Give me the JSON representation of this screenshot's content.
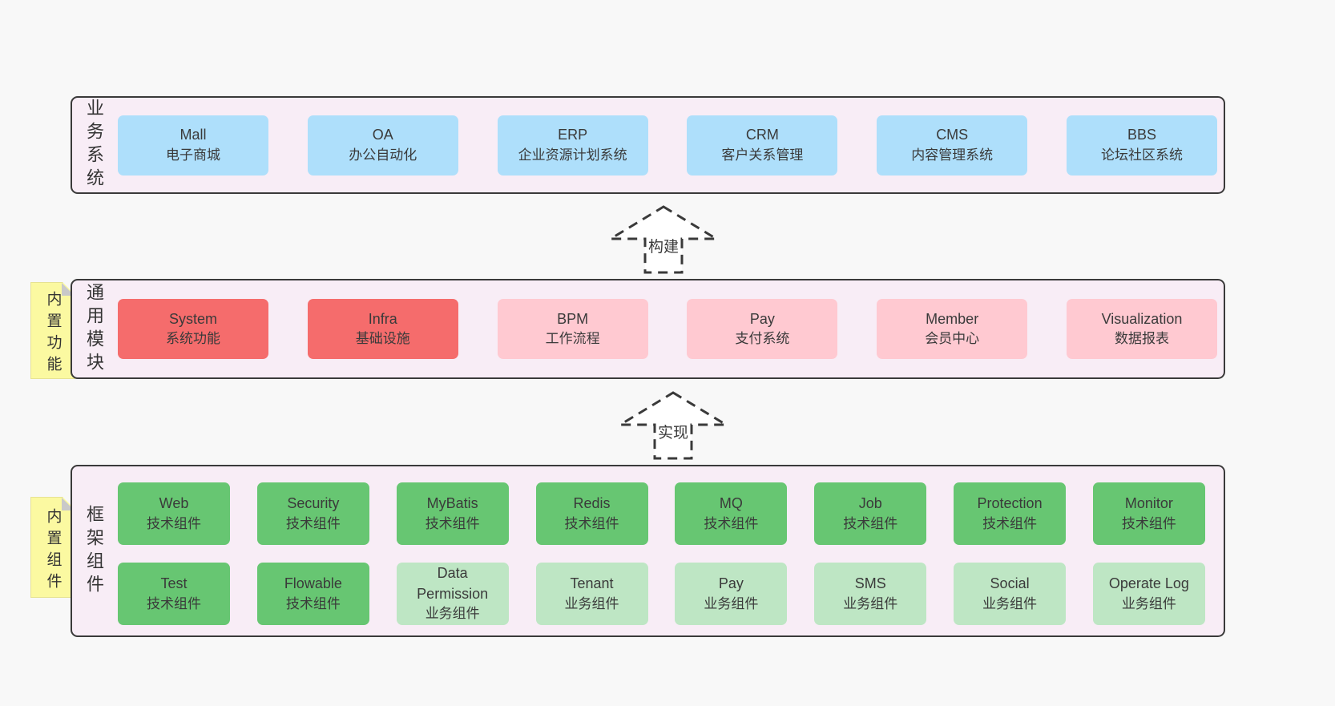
{
  "diagram": {
    "background_color": "#f8f8f8",
    "panel_color": "#f8edf6",
    "layers": [
      {
        "label": "业务系统",
        "boxes": [
          {
            "name": "Mall",
            "desc": "电子商城"
          },
          {
            "name": "OA",
            "desc": "办公自动化"
          },
          {
            "name": "ERP",
            "desc": "企业资源计划系统"
          },
          {
            "name": "CRM",
            "desc": "客户关系管理"
          },
          {
            "name": "CMS",
            "desc": "内容管理系统"
          },
          {
            "name": "BBS",
            "desc": "论坛社区系统"
          }
        ]
      },
      {
        "label": "通用模块",
        "note": "内置功能",
        "boxes": [
          {
            "name": "System",
            "desc": "系统功能"
          },
          {
            "name": "Infra",
            "desc": "基础设施"
          },
          {
            "name": "BPM",
            "desc": "工作流程"
          },
          {
            "name": "Pay",
            "desc": "支付系统"
          },
          {
            "name": "Member",
            "desc": "会员中心"
          },
          {
            "name": "Visualization",
            "desc": "数据报表"
          }
        ]
      },
      {
        "label": "框架组件",
        "note": "内置组件",
        "rows": [
          [
            {
              "name": "Web",
              "desc": "技术组件"
            },
            {
              "name": "Security",
              "desc": "技术组件"
            },
            {
              "name": "MyBatis",
              "desc": "技术组件"
            },
            {
              "name": "Redis",
              "desc": "技术组件"
            },
            {
              "name": "MQ",
              "desc": "技术组件"
            },
            {
              "name": "Job",
              "desc": "技术组件"
            },
            {
              "name": "Protection",
              "desc": "技术组件"
            },
            {
              "name": "Monitor",
              "desc": "技术组件"
            }
          ],
          [
            {
              "name": "Test",
              "desc": "技术组件"
            },
            {
              "name": "Flowable",
              "desc": "技术组件"
            },
            {
              "name": "Data Permission",
              "desc": "业务组件"
            },
            {
              "name": "Tenant",
              "desc": "业务组件"
            },
            {
              "name": "Pay",
              "desc": "业务组件"
            },
            {
              "name": "SMS",
              "desc": "业务组件"
            },
            {
              "name": "Social",
              "desc": "业务组件"
            },
            {
              "name": "Operate Log",
              "desc": "业务组件"
            }
          ]
        ]
      }
    ],
    "arrows": [
      {
        "label": "构建"
      },
      {
        "label": "实现"
      }
    ],
    "colors": {
      "business_box": "#aedffb",
      "module_core_box": "#f56c6c",
      "module_box": "#ffc9d1",
      "tech_component_box": "#67c672",
      "biz_component_box": "#bee6c4",
      "note": "#fbf9a1",
      "note_fold": "#c9c9c9",
      "panel_border": "#3a3a3a"
    }
  }
}
